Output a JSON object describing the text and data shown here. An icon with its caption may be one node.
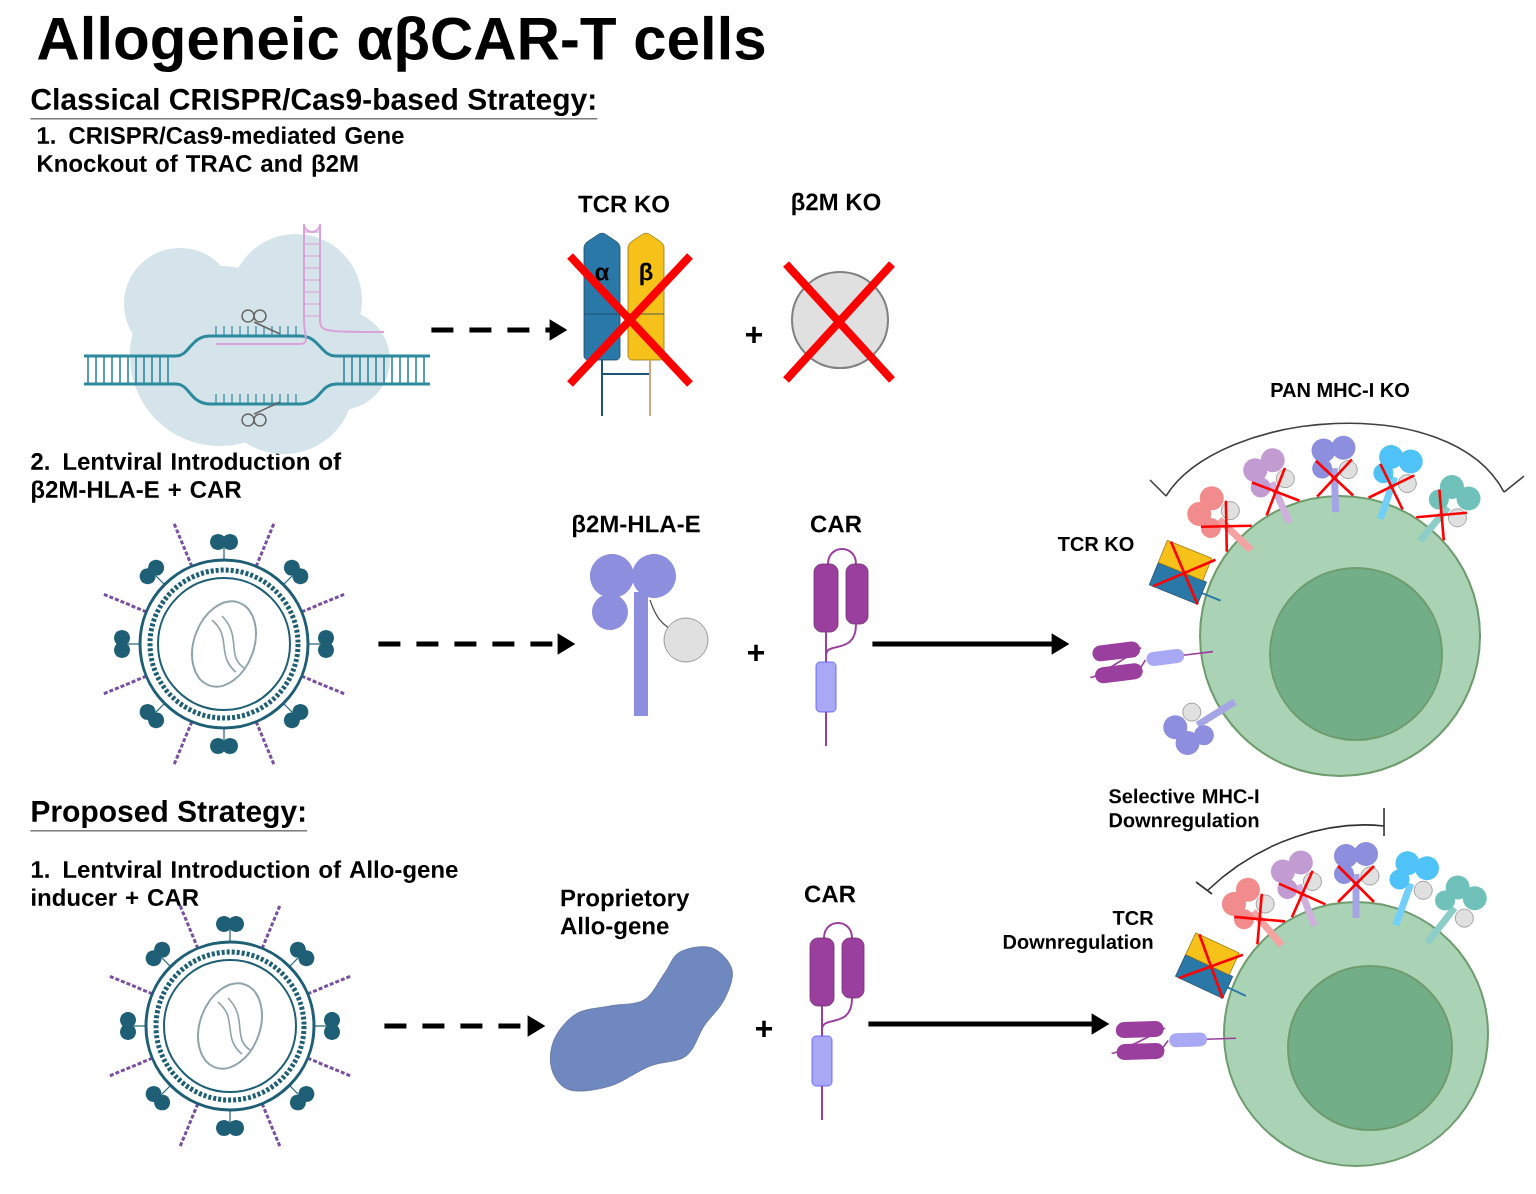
{
  "diagram": {
    "title": "Allogeneic αβCAR-T cells",
    "nodes": [
      {
        "text": [],
        "shape": "picture"
      },
      {
        "text": [
          "TCR KO",
          "α",
          "β"
        ]
      },
      {
        "text": [
          "β2M KO"
        ]
      },
      {
        "text": [],
        "shape": "picture"
      },
      {
        "text": [
          "β2M-HLA-E"
        ]
      },
      {
        "text": [
          "CAR"
        ]
      },
      {
        "text": [
          "PAN MHC-I KO",
          "TCR KO"
        ]
      },
      {
        "text": [],
        "shape": "picture"
      },
      {
        "text": [
          "Proprietory Allo-gene"
        ]
      },
      {
        "text": [
          "CAR"
        ]
      },
      {
        "text": [
          "Selective MHC-I Downregulation",
          "TCR Downregulation"
        ]
      }
    ],
    "edges": [
      {
        "from": 0,
        "to": 1,
        "arrow": "to",
        "style": "dashed"
      },
      {
        "from": 3,
        "to": 4,
        "arrow": "to",
        "style": "dashed"
      },
      {
        "from": 5,
        "to": 6,
        "arrow": "to"
      },
      {
        "from": 7,
        "to": 8,
        "arrow": "to",
        "style": "dashed"
      },
      {
        "from": 9,
        "to": 10,
        "arrow": "to"
      }
    ],
    "labels": [
      "Classical CRISPR/Cas9-based Strategy:",
      "1. CRISPR/Cas9-mediated Gene Knockout of TRAC and β2M",
      "+",
      "2. Lentviral Introduction of β2M-HLA-E + CAR",
      "+",
      "Proposed Strategy:",
      "1. Lentviral Introduction of Allo-gene inducer + CAR",
      "+"
    ]
  }
}
